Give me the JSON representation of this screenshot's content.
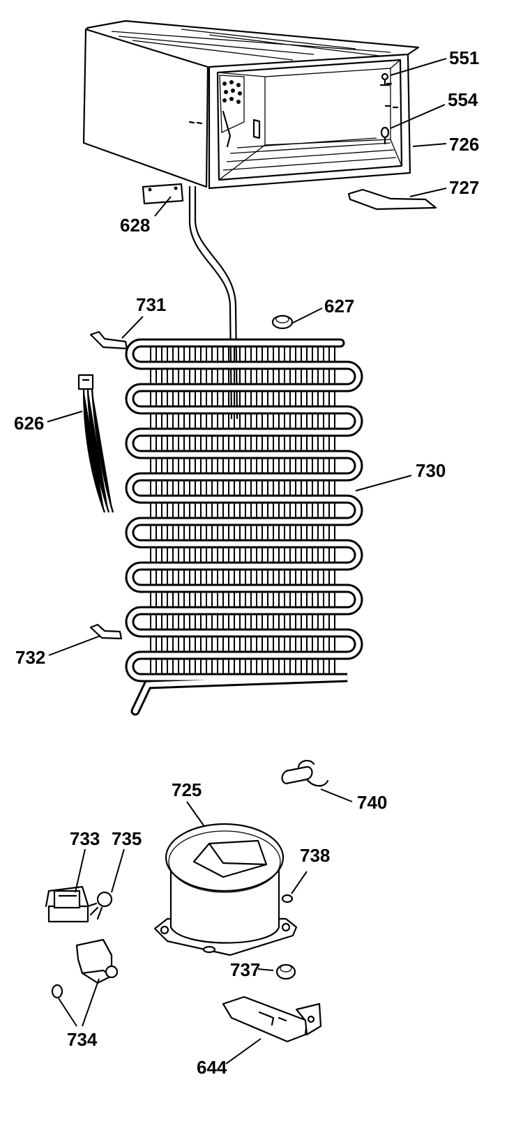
{
  "diagram": {
    "callouts": {
      "c551": "551",
      "c554": "554",
      "c726": "726",
      "c727": "727",
      "c628": "628",
      "c731": "731",
      "c627": "627",
      "c626": "626",
      "c730": "730",
      "c732": "732",
      "c725": "725",
      "c740": "740",
      "c733": "733",
      "c735": "735",
      "c738": "738",
      "c737": "737",
      "c734": "734",
      "c644": "644"
    }
  }
}
